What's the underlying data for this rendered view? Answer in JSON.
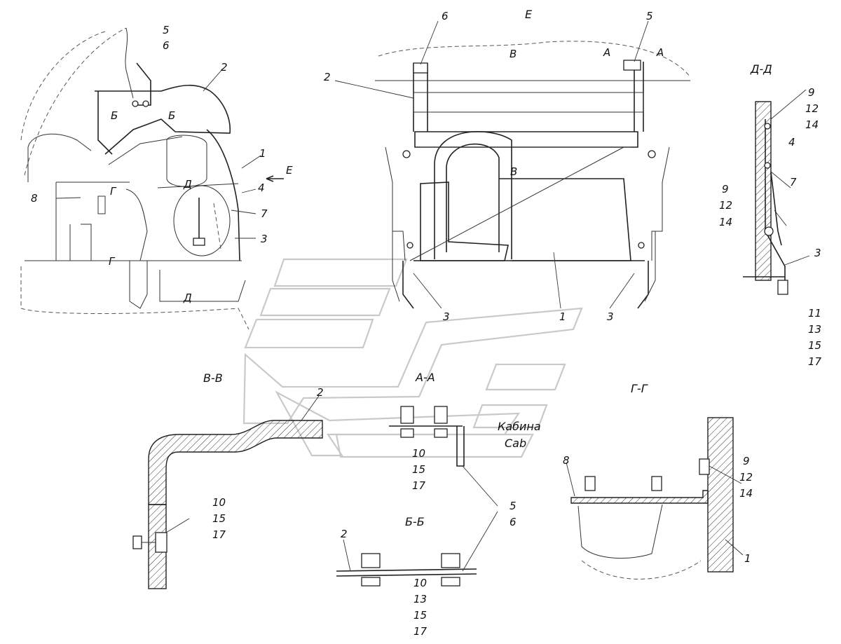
{
  "views": {
    "view_e": "Е",
    "section_dd": "Д-Д",
    "section_vv": "В-В",
    "section_aa": "А-А",
    "section_gg": "Г-Г",
    "section_bb": "Б-Б"
  },
  "cut_marks": {
    "a": "А",
    "b": "Б",
    "v": "В",
    "g": "Г",
    "d": "Д",
    "e": "Е"
  },
  "cab_label": {
    "ru": "Кабина",
    "en": "Cab"
  },
  "callouts": {
    "c1": "1",
    "c2": "2",
    "c3": "3",
    "c4": "4",
    "c5": "5",
    "c6": "6",
    "c7": "7",
    "c8": "8",
    "c9": "9",
    "c10": "10",
    "c11": "11",
    "c12": "12",
    "c13": "13",
    "c14": "14",
    "c15": "15",
    "c17": "17"
  }
}
